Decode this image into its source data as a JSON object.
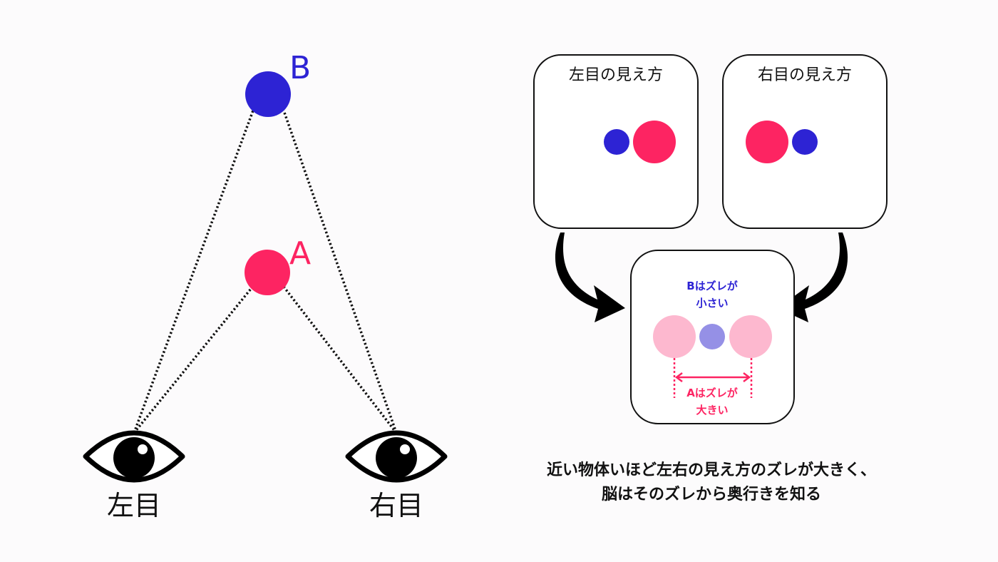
{
  "left_diagram": {
    "label_b": "B",
    "label_a": "A",
    "left_eye_label": "左目",
    "right_eye_label": "右目"
  },
  "left_view": {
    "title": "左目の見え方"
  },
  "right_view": {
    "title": "右目の見え方"
  },
  "result_box": {
    "b_note_line1": "Bはズレが",
    "b_note_line2": "小さい",
    "a_note_line1": "Aはズレが",
    "a_note_line2": "大きい"
  },
  "caption": {
    "line1": "近い物体いほど左右の見え方のズレが大きく、",
    "line2": "脳はそのズレから奥行きを知る"
  },
  "colors": {
    "blue": "#2d23d4",
    "pink": "#fd2462",
    "light_pink": "#fdb8cf",
    "light_blue": "#9590e6",
    "black": "#000000"
  },
  "icons": [
    "eye-icon",
    "curved-arrow-icon"
  ]
}
